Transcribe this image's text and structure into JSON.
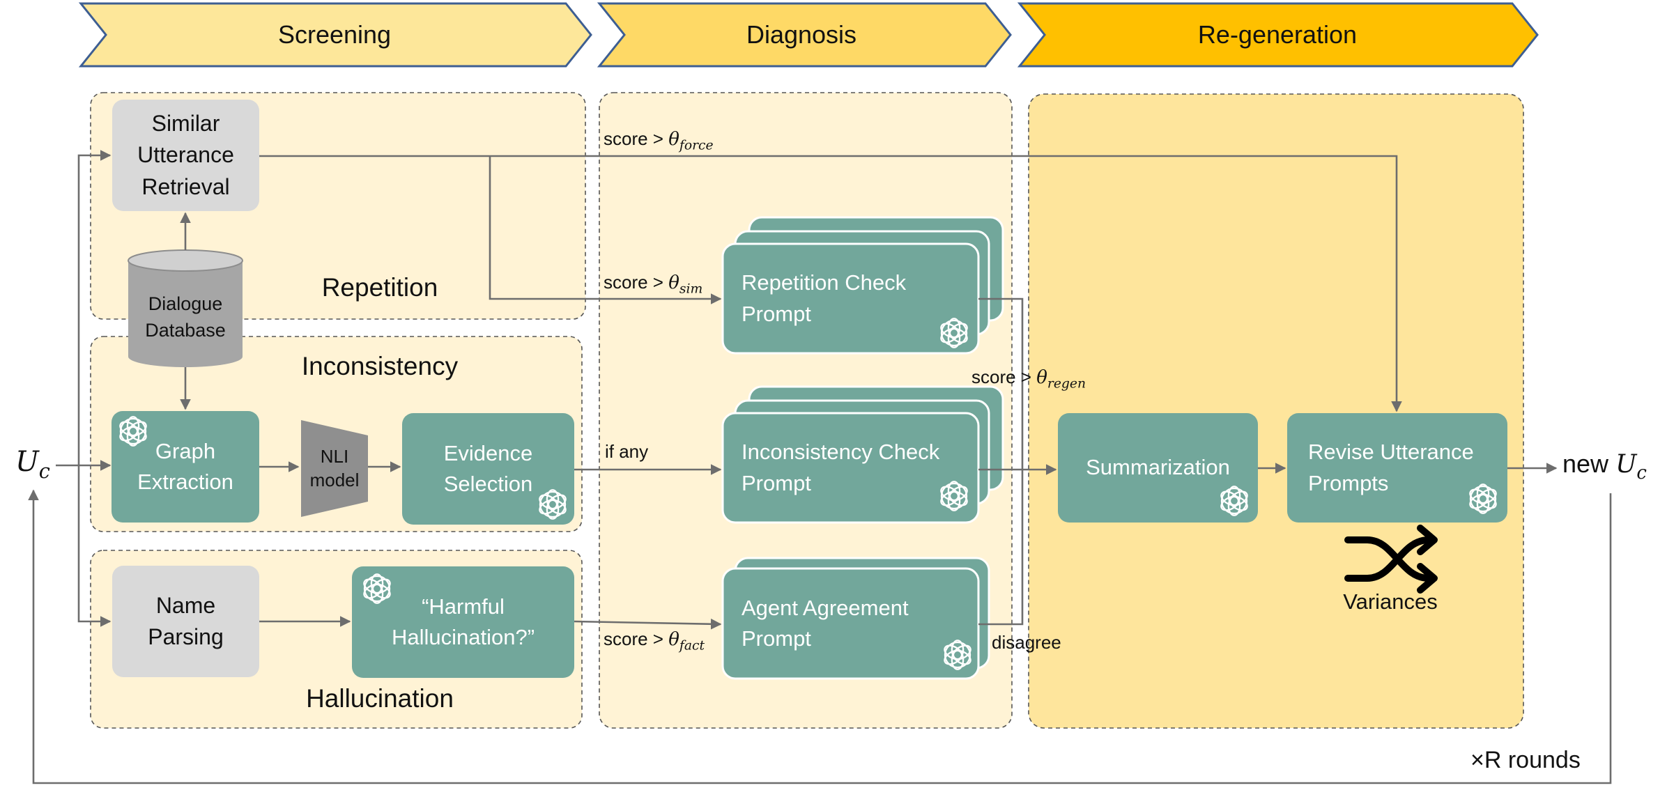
{
  "stages": [
    "Screening",
    "Diagnosis",
    "Re-generation"
  ],
  "sections": {
    "repetition": "Repetition",
    "inconsistency": "Inconsistency",
    "hallucination": "Hallucination"
  },
  "nodes": {
    "similar_utterance_retrieval": "Similar\nUtterance\nRetrieval",
    "dialogue_database": "Dialogue\nDatabase",
    "graph_extraction": "Graph\nExtraction",
    "nli_model": "NLI\nmodel",
    "evidence_selection": "Evidence\nSelection",
    "name_parsing": "Name\nParsing",
    "harmful_hallucination": "“Harmful\nHallucination?”",
    "repetition_check_prompt": "Repetition Check\nPrompt",
    "inconsistency_check_prompt": "Inconsistency Check\nPrompt",
    "agent_agreement_prompt": "Agent Agreement\nPrompt",
    "summarization": "Summarization",
    "revise_utterance_prompts": "Revise Utterance\nPrompts"
  },
  "edge_labels": {
    "score_gt": "score >",
    "theta": "θ",
    "force": "force",
    "sim": "sim",
    "regen": "regen",
    "fact": "fact",
    "if_any": "if any",
    "disagree": "disagree"
  },
  "io": {
    "input_u": "U",
    "input_sub": "c",
    "output_new": "new",
    "output_u": "U",
    "output_sub": "c",
    "rounds": "×R rounds"
  },
  "variances_label": "Variances",
  "icons": [
    "openai-icon",
    "shuffle-icon",
    "database-cylinder"
  ],
  "colors": {
    "screening_stage": "#fde79a",
    "diagnosis_stage": "#fed966",
    "regen_stage": "#ffc000",
    "screening_panel": "#fff3d5",
    "diagnosis_panel": "#fff3d5",
    "regen_panel": "#fee59c",
    "teal_box": "#72a79b",
    "gray_box": "#d9d9d9",
    "database": "#a6a6a6",
    "arrow": "#6d6d6d"
  }
}
